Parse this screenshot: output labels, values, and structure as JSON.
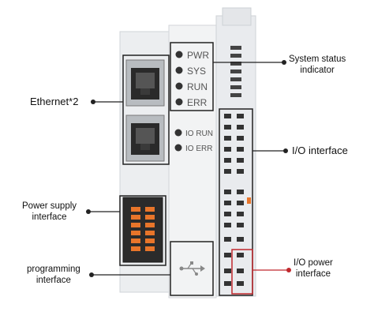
{
  "device": {
    "leds_top": [
      "PWR",
      "SYS",
      "RUN",
      "ERR"
    ],
    "leds_bottom": [
      "IO RUN",
      "IO ERR"
    ]
  },
  "callouts": {
    "ethernet": "Ethernet*2",
    "system_status_line1": "System status",
    "system_status_line2": "indicator",
    "io_interface": "I/O interface",
    "power_supply_line1": "Power supply",
    "power_supply_line2": "interface",
    "programming_line1": "programming",
    "programming_line2": "interface",
    "io_power_line1": "I/O power",
    "io_power_line2": "interface"
  },
  "colors": {
    "callout_box": "#222222",
    "io_power_box": "#c0282d",
    "terminal_orange": "#e8752a",
    "body": "#eef0f1"
  }
}
